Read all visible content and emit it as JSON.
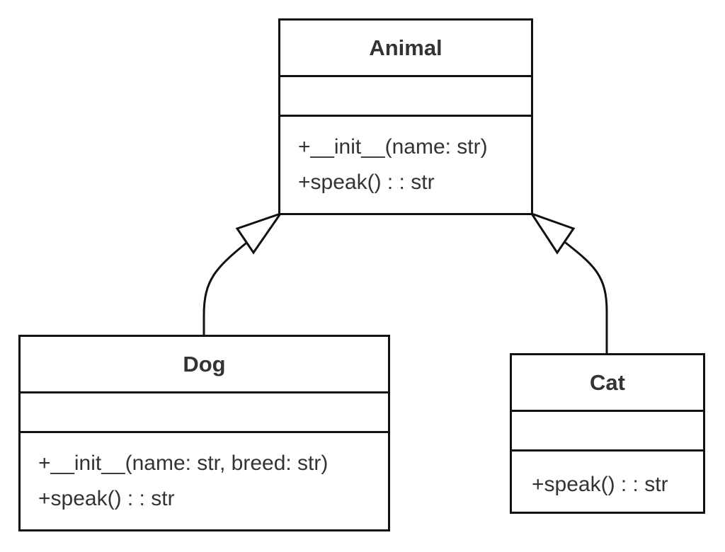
{
  "classes": {
    "animal": {
      "name": "Animal",
      "attributes": [],
      "methods": [
        "+__init__(name: str)",
        "+speak() : : str"
      ]
    },
    "dog": {
      "name": "Dog",
      "attributes": [],
      "methods": [
        "+__init__(name: str, breed: str)",
        "+speak() : : str"
      ]
    },
    "cat": {
      "name": "Cat",
      "attributes": [],
      "methods": [
        "+speak() : : str"
      ]
    }
  },
  "relationships": [
    {
      "type": "inheritance",
      "from": "Dog",
      "to": "Animal"
    },
    {
      "type": "inheritance",
      "from": "Cat",
      "to": "Animal"
    }
  ],
  "colors": {
    "stroke": "#111111",
    "text": "#333333",
    "background": "#ffffff"
  }
}
